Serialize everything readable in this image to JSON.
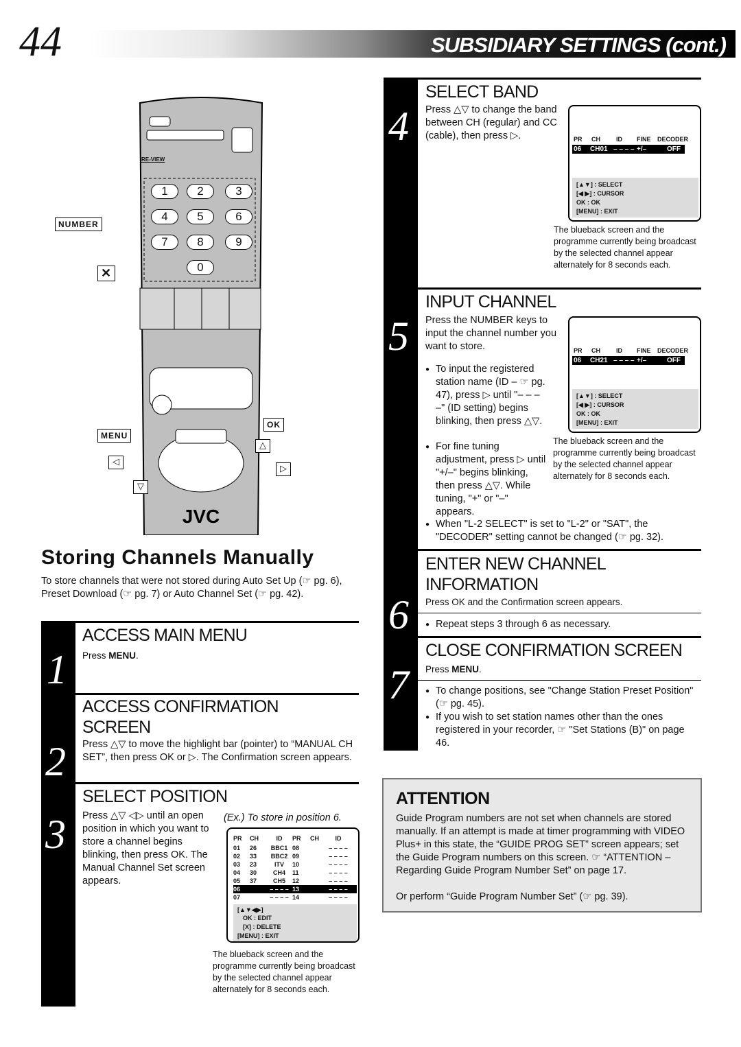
{
  "header": {
    "page_number": "44",
    "title": "SUBSIDIARY SETTINGS (cont.)"
  },
  "remote": {
    "callouts": {
      "number": "NUMBER",
      "menu": "MENU",
      "ok": "OK",
      "x": "✕"
    },
    "keys": [
      "1",
      "2",
      "3",
      "4",
      "5",
      "6",
      "7",
      "8",
      "9",
      "0"
    ],
    "brand": "JVC",
    "review": "RE-VIEW"
  },
  "storing": {
    "title": "Storing Channels Manually",
    "intro": "To store channels that were not stored during Auto Set Up (☞ pg. 6), Preset Download (☞ pg. 7) or Auto Channel Set (☞ pg. 42)."
  },
  "steps": {
    "s1": {
      "num": "1",
      "heading": "ACCESS MAIN MENU",
      "text_a": "Press ",
      "key": "MENU",
      "text_b": "."
    },
    "s2": {
      "num": "2",
      "heading_l1": "ACCESS CONFIRMATION",
      "heading_l2": "SCREEN",
      "text": "Press △▽ to move the highlight bar (pointer) to “MANUAL CH SET”, then press OK or ▷. The Confirmation screen appears."
    },
    "s3": {
      "num": "3",
      "heading": "SELECT POSITION",
      "text": "Press △▽ ◁▷ until an open position in which you want to store a channel begins blinking, then press OK. The Manual Channel Set screen appears.",
      "example": "(Ex.) To store in position 6.",
      "caption": "The blueback screen and the programme currently being broadcast by the selected channel appear alternately for 8 seconds each."
    },
    "s4": {
      "num": "4",
      "heading": "SELECT BAND",
      "text": "Press △▽ to change the band between CH (regular) and CC (cable), then press ▷.",
      "caption": "The blueback screen and the programme currently being broadcast by the selected channel appear alternately for 8 seconds each."
    },
    "s5": {
      "num": "5",
      "heading": "INPUT CHANNEL",
      "text": "Press the NUMBER keys to input the channel number you want to store.",
      "bullet1": "To input the registered station name (ID – ☞ pg. 47), press ▷ until \"– – – –\" (ID setting) begins blinking, then press △▽.",
      "bullet2": "For fine tuning adjustment, press ▷ until \"+/–\" begins blinking, then press △▽. While tuning, \"+\" or \"–\" appears.",
      "bullet3": "When \"L-2 SELECT\" is set to \"L-2\" or \"SAT\", the \"DECODER\" setting cannot be changed (☞ pg. 32).",
      "caption": "The blueback screen and the programme currently being broadcast by the selected channel appear alternately for 8 seconds each."
    },
    "s6": {
      "num": "6",
      "heading_l1": "ENTER NEW CHANNEL",
      "heading_l2": "INFORMATION",
      "text": "Press OK and the Confirmation screen appears.",
      "bullet": "Repeat steps 3 through 6 as necessary."
    },
    "s7": {
      "num": "7",
      "heading": "CLOSE CONFIRMATION SCREEN",
      "text_a": "Press ",
      "key": "MENU",
      "text_b": ".",
      "bullet1": "To change positions, see \"Change Station Preset Position\" (☞ pg. 45).",
      "bullet2": "If you wish to set station names other than the ones registered in your recorder, ☞ \"Set Stations (B)\" on page 46."
    }
  },
  "osd_band": {
    "header": [
      "PR",
      "CH",
      "ID",
      "FINE",
      "DECODER"
    ],
    "row": [
      "06",
      "CH01",
      "– – – –",
      "+/–",
      "OFF"
    ],
    "keys": [
      "[▲▼] : SELECT",
      "[◀ ▶] : CURSOR",
      "OK : OK",
      "[MENU] : EXIT"
    ]
  },
  "osd_input": {
    "header": [
      "PR",
      "CH",
      "ID",
      "FINE",
      "DECODER"
    ],
    "row": [
      "06",
      "CH21",
      "– – – –",
      "+/–",
      "OFF"
    ],
    "keys": [
      "[▲▼] : SELECT",
      "[◀ ▶] : CURSOR",
      "OK : OK",
      "[MENU] : EXIT"
    ]
  },
  "osd_position": {
    "header": [
      "PR",
      "CH",
      "ID",
      "PR",
      "CH",
      "ID"
    ],
    "rows": [
      [
        "01",
        "26",
        "BBC1",
        "08",
        "",
        "– – – –"
      ],
      [
        "02",
        "33",
        "BBC2",
        "09",
        "",
        "– – – –"
      ],
      [
        "03",
        "23",
        "ITV",
        "10",
        "",
        "– – – –"
      ],
      [
        "04",
        "30",
        "CH4",
        "11",
        "",
        "– – – –"
      ],
      [
        "05",
        "37",
        "CH5",
        "12",
        "",
        "– – – –"
      ],
      [
        "06",
        "",
        "– – – –",
        "13",
        "",
        "– – – –"
      ],
      [
        "07",
        "",
        "– – – –",
        "14",
        "",
        "– – – –"
      ]
    ],
    "keys": [
      "[▲▼◀▶]",
      "OK : EDIT",
      "[X] : DELETE",
      "[MENU] : EXIT"
    ]
  },
  "attention": {
    "title": "ATTENTION",
    "text": "Guide Program numbers are not set when channels are stored manually. If an attempt is made at timer programming with VIDEO Plus+ in this state, the “GUIDE PROG SET” screen appears; set the Guide Program numbers on this screen. ☞ “ATTENTION – Regarding Guide Program Number Set” on page 17.",
    "text2": "Or perform “Guide Program Number Set” (☞ pg. 39)."
  }
}
